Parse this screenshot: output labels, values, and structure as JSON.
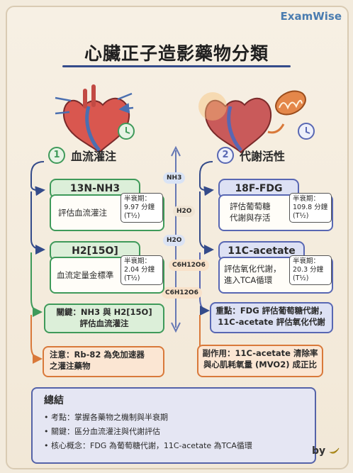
{
  "brand": "ExamWise",
  "title": "心臟正子造影藥物分類",
  "left": {
    "num": "1",
    "heading": "血流灌注",
    "drug1": {
      "name": "13N-NH3",
      "desc": "評估血流灌注",
      "half": [
        "半衰期：",
        "9.97 分鐘",
        "(T½)"
      ]
    },
    "drug2": {
      "name": "H2[15O]",
      "desc": "血流定量金標準",
      "half": [
        "半衰期：",
        "2.04 分鐘",
        "(T½)"
      ]
    },
    "key": [
      "關鍵：NH3 與 H2[15O]",
      "評估血流灌注"
    ],
    "note": [
      "注意：Rb-82 為免加速器",
      "之灌注藥物"
    ]
  },
  "right": {
    "num": "2",
    "heading": "代謝活性",
    "drug1": {
      "name": "18F-FDG",
      "desc": [
        "評估葡萄糖",
        "代謝與存活"
      ],
      "half": [
        "半衰期：",
        "109.8 分鐘",
        "(T½)"
      ]
    },
    "drug2": {
      "name": "11C-acetate",
      "desc": [
        "評估氧化代謝，",
        "進入TCA循環"
      ],
      "half": [
        "半衰期：",
        "20.3 分鐘",
        "(T½)"
      ]
    },
    "key": [
      "重點：FDG 評估葡萄糖代謝，",
      "11C-acetate 評估氧化代謝"
    ],
    "note": [
      "副作用：11C-acetate 清除率",
      "與心肌耗氧量 (MVO2) 成正比"
    ]
  },
  "molecules": [
    "NH3",
    "H2O",
    "H2O",
    "C6H12O6",
    "C6H12O6"
  ],
  "summary": {
    "title": "總結",
    "items": [
      "考點：掌握各藥物之機制與半衰期",
      "關鍵：區分血流灌注與代謝評估",
      "核心概念：FDG 為葡萄糖代謝，11C-acetate 為TCA循環"
    ]
  },
  "byline": "by",
  "colors": {
    "green": "#3f9a5a",
    "blue": "#5867b3",
    "orange": "#d9793a",
    "navy": "#344b8a"
  }
}
